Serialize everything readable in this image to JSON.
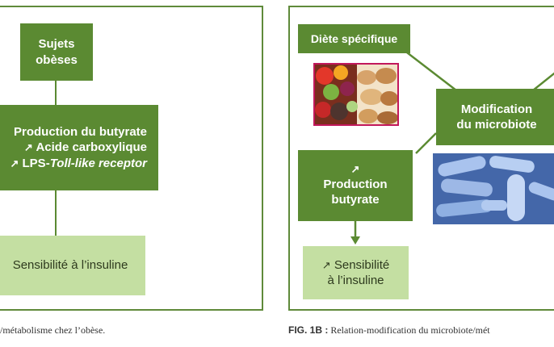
{
  "left": {
    "obese_box": [
      "Sujets",
      "obèses"
    ],
    "butyrate_box": {
      "line1": "Production du butyrate",
      "line2_arrow": "↗",
      "line2": "Acide carboxylique",
      "line3_arrow": "↗",
      "line3_prefix": "LPS-",
      "line3_italic": "Toll-like receptor"
    },
    "insulin_box": "Sensibilité à l’insuline",
    "caption": "/métabolisme chez l’obèse."
  },
  "right": {
    "diet_box": "Diète spécifique",
    "microbiote_box": [
      "Modification",
      "du microbiote"
    ],
    "butyrate_box": {
      "arrow": "↗",
      "lines": [
        "Production",
        "butyrate"
      ]
    },
    "insulin_box": {
      "arrow": "↗",
      "line1": "Sensibilité",
      "line2": "à l’insuline"
    },
    "caption_label": "FIG. 1B :",
    "caption_text": " Relation-modification du microbiote/mét"
  },
  "colors": {
    "dark_green": "#5b8a32",
    "light_green": "#c4dfa2",
    "border": "#5f8a3a"
  }
}
